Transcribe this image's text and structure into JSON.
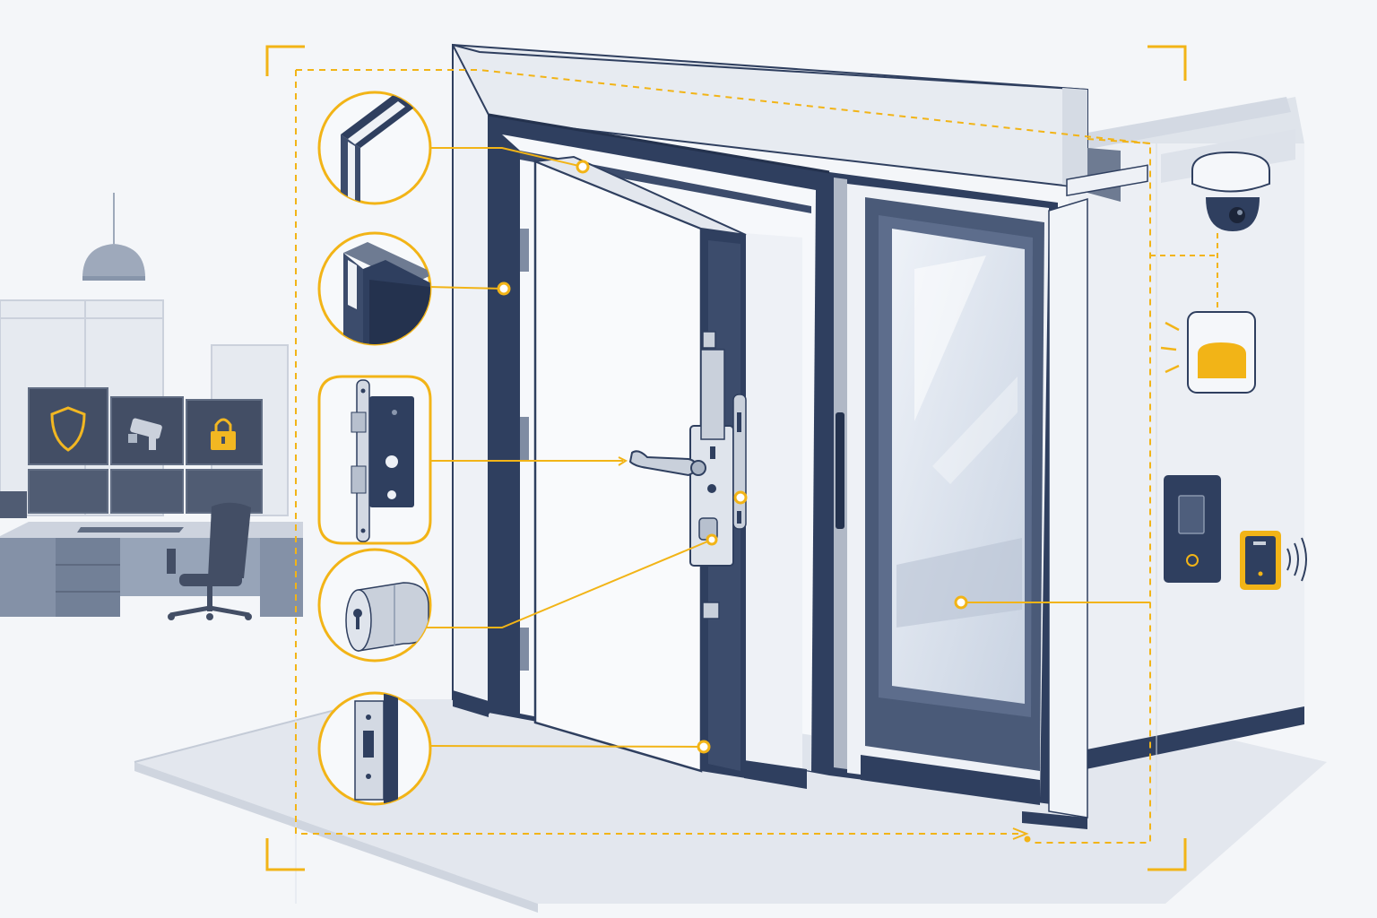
{
  "colors": {
    "navy": "#2f3f5f",
    "navy_dark": "#24324e",
    "accent": "#f2b417",
    "wall_light": "#eef1f6",
    "wall_shade": "#dde2ea",
    "floor": "#e3e7ee",
    "glass": "#d9e1ec",
    "office_tone": "#8a97ae"
  },
  "icons": {
    "monitor_left": "shield-icon",
    "monitor_center": "cctv-camera-icon",
    "monitor_right": "padlock-icon",
    "wall_top": "dome-camera-icon",
    "wall_middle": "alarm-siren-icon",
    "wall_keypad": "access-keypad-icon",
    "wall_reader": "rfid-reader-icon"
  },
  "callouts": [
    {
      "id": "frame-corner",
      "icon": "frame-profile-icon"
    },
    {
      "id": "door-leaf-profile",
      "icon": "door-edge-profile-icon"
    },
    {
      "id": "multipoint-lock",
      "icon": "mortise-lock-icon"
    },
    {
      "id": "cylinder",
      "icon": "lock-cylinder-icon"
    },
    {
      "id": "strike-plate",
      "icon": "strike-plate-icon"
    }
  ]
}
